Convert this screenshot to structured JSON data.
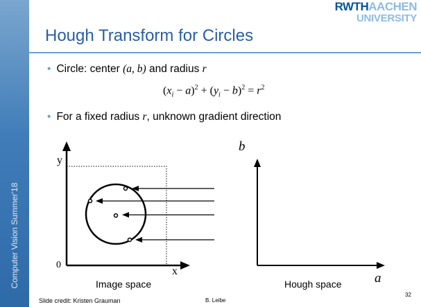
{
  "logo": {
    "rwth": "RWTH",
    "aachen": "AACHEN",
    "university": "UNIVERSITY"
  },
  "sidebar": {
    "course": "Computer Vision Summer'18"
  },
  "title": "Hough Transform for Circles",
  "bullets": [
    {
      "prefix": "Circle: center ",
      "var1": "(a, b)",
      "middle": " and radius ",
      "var2": "r"
    },
    {
      "prefix": "For a fixed radius ",
      "var1": "r",
      "suffix": ", unknown gradient direction"
    }
  ],
  "equation": "(xᵢ − a)² + (yᵢ − b)² = r²",
  "image_space": {
    "y_label": "y",
    "x_label": "x",
    "origin_label": "0",
    "caption": "Image space"
  },
  "hough_space": {
    "b_label": "b",
    "a_label": "a",
    "caption": "Hough space"
  },
  "footer": {
    "credit": "Slide credit: Kristen Grauman",
    "author": "B. Leibe",
    "page": "32"
  }
}
